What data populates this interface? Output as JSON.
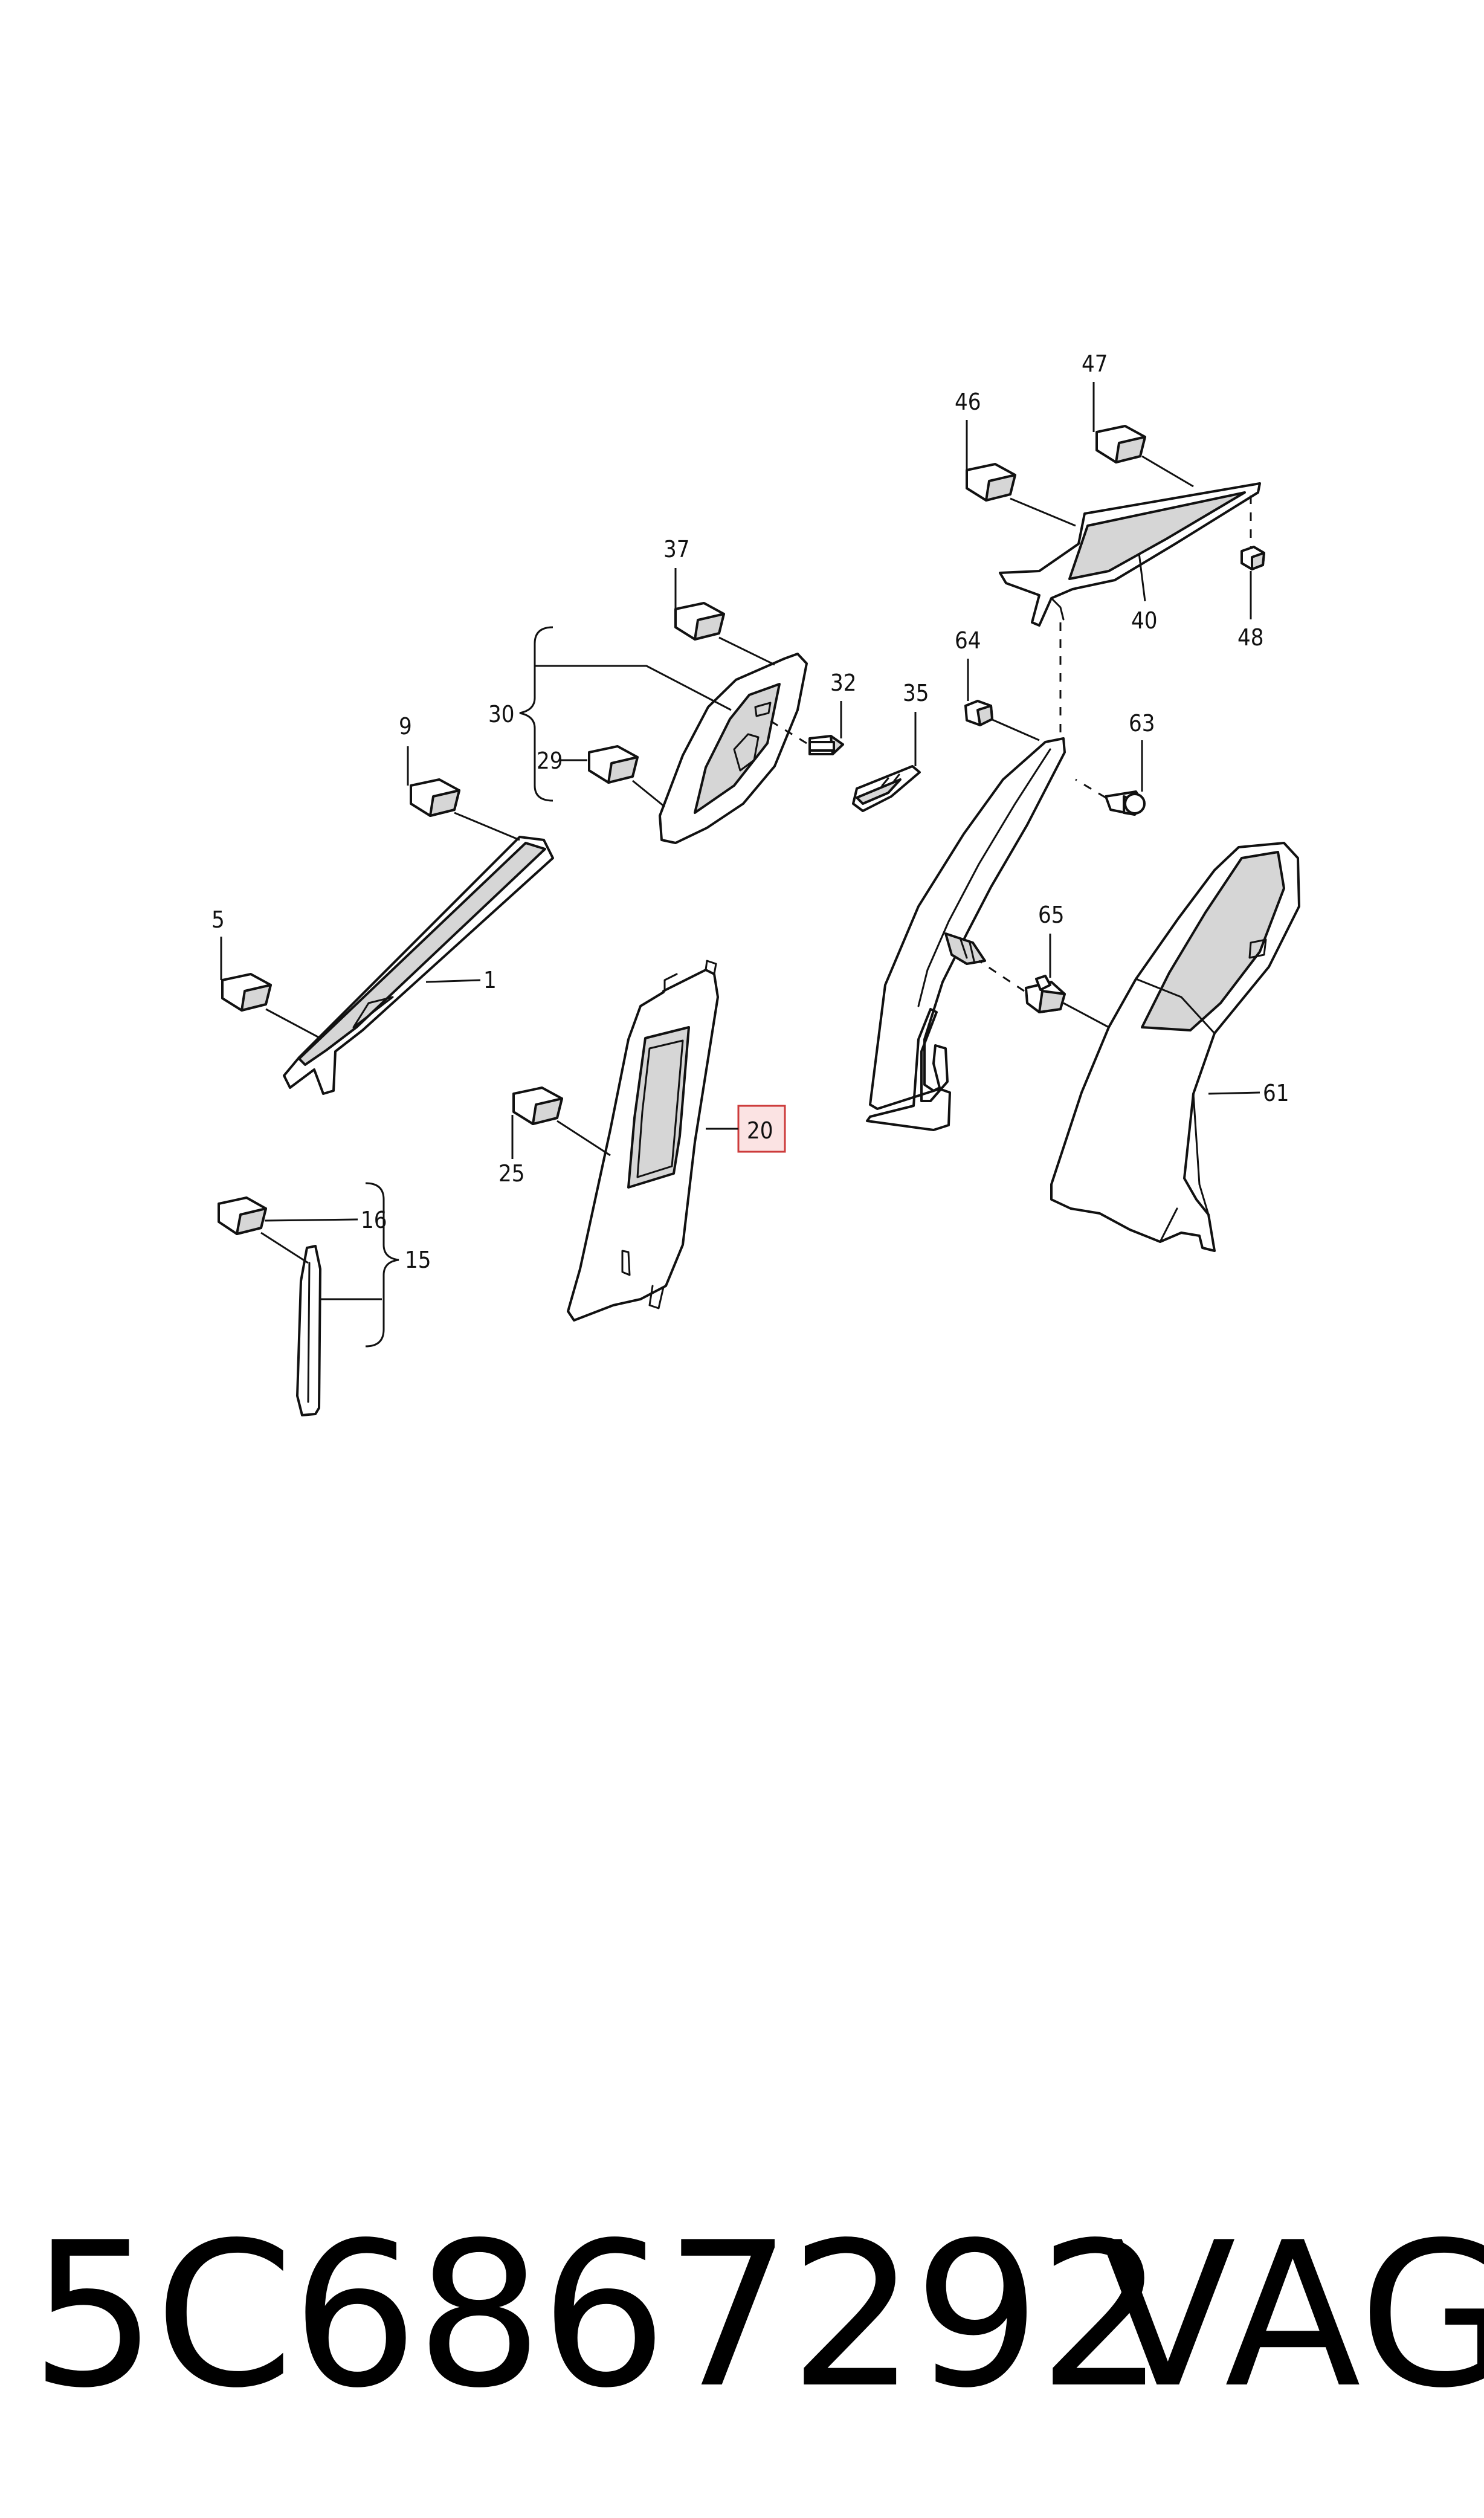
{
  "callouts": {
    "c1": "1",
    "c5": "5",
    "c9": "9",
    "c15": "15",
    "c16": "16",
    "c20": "20",
    "c25": "25",
    "c29": "29",
    "c30": "30",
    "c32": "32",
    "c35": "35",
    "c37": "37",
    "c40": "40",
    "c46": "46",
    "c47": "47",
    "c48": "48",
    "c61": "61",
    "c63": "63",
    "c64": "64",
    "c65": "65"
  },
  "highlight_color": "#cc3b3b",
  "footer": {
    "part_number": "5C6867292",
    "brand": "VAG"
  }
}
